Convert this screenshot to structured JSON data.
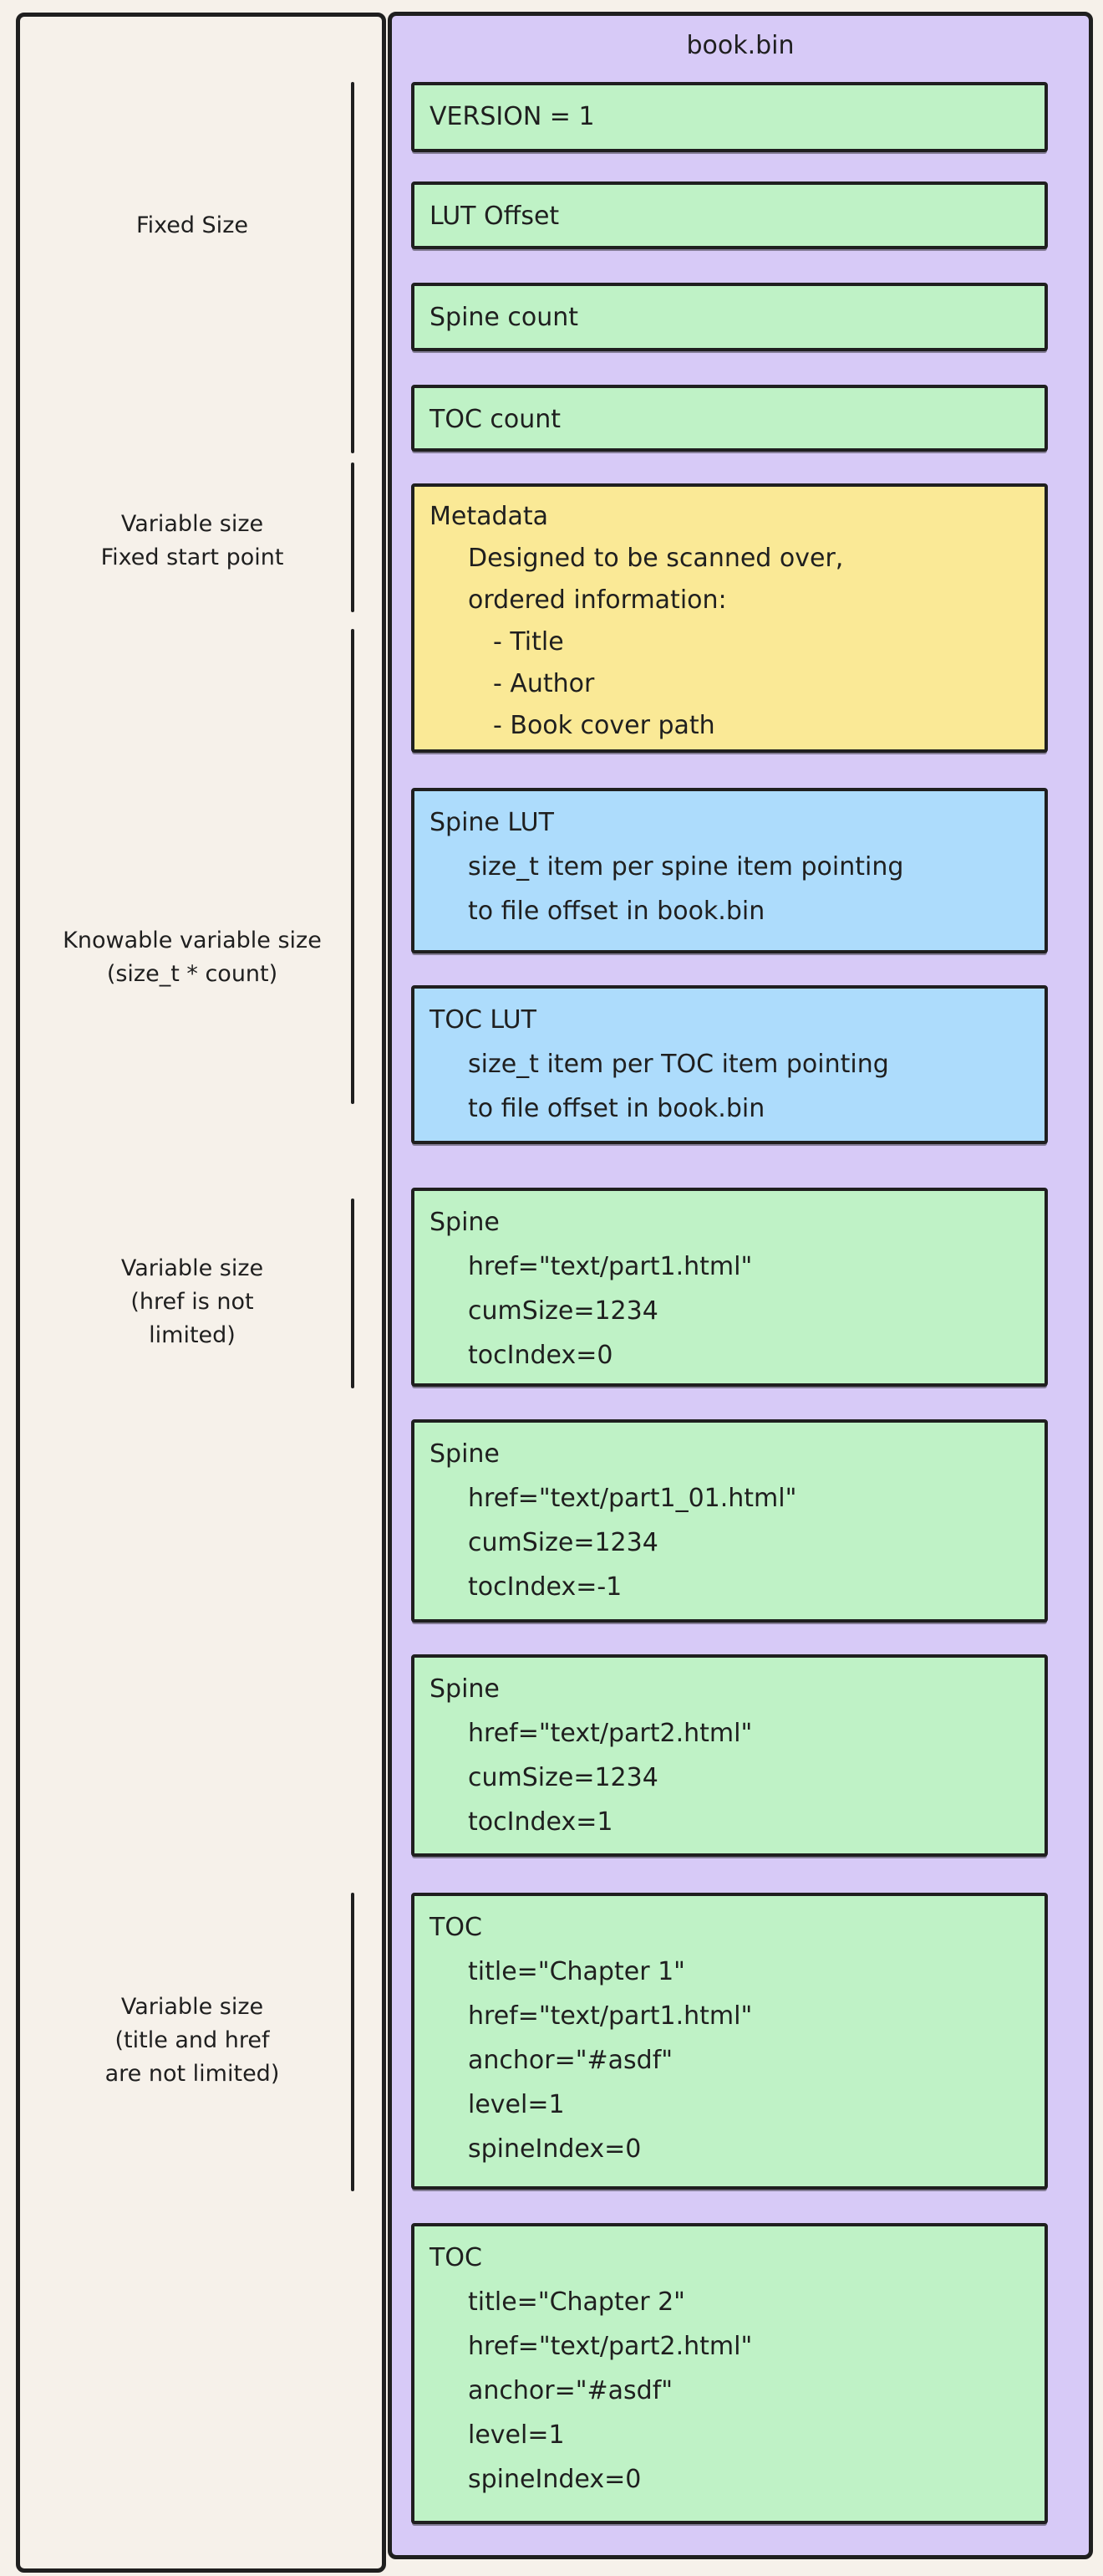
{
  "palette": {
    "canvas": "#f6f1ea",
    "container_fill": "#d7caf7",
    "green_fill": "#bff2c6",
    "yellow_fill": "#fae996",
    "blue_fill": "#addcfc",
    "stroke": "#1f1f1f"
  },
  "container": {
    "title": "book.bin"
  },
  "blocks": [
    {
      "name": "version",
      "color": "green",
      "lines": [
        "VERSION = 1"
      ]
    },
    {
      "name": "lut-offset",
      "color": "green",
      "lines": [
        "LUT Offset"
      ]
    },
    {
      "name": "spine-count",
      "color": "green",
      "lines": [
        "Spine count"
      ]
    },
    {
      "name": "toc-count",
      "color": "green",
      "lines": [
        "TOC count"
      ]
    },
    {
      "name": "metadata",
      "color": "yellow",
      "lines": [
        "Metadata",
        "Designed to be scanned over,",
        "ordered information:",
        "- Title",
        "- Author",
        "- Book cover path"
      ]
    },
    {
      "name": "spine-lut",
      "color": "blue",
      "lines": [
        "Spine LUT",
        "size_t item per spine item pointing",
        "to file offset in book.bin"
      ]
    },
    {
      "name": "toc-lut",
      "color": "blue",
      "lines": [
        "TOC LUT",
        "size_t item per TOC item pointing",
        "to file offset in book.bin"
      ]
    },
    {
      "name": "spine-1",
      "color": "green",
      "lines": [
        "Spine",
        "href=\"text/part1.html\"",
        "cumSize=1234",
        "tocIndex=0"
      ]
    },
    {
      "name": "spine-2",
      "color": "green",
      "lines": [
        "Spine",
        "href=\"text/part1_01.html\"",
        "cumSize=1234",
        "tocIndex=-1"
      ]
    },
    {
      "name": "spine-3",
      "color": "green",
      "lines": [
        "Spine",
        "href=\"text/part2.html\"",
        "cumSize=1234",
        "tocIndex=1"
      ]
    },
    {
      "name": "toc-1",
      "color": "green",
      "lines": [
        "TOC",
        "title=\"Chapter 1\"",
        "href=\"text/part1.html\"",
        "anchor=\"#asdf\"",
        "level=1",
        "spineIndex=0"
      ]
    },
    {
      "name": "toc-2",
      "color": "green",
      "lines": [
        "TOC",
        "title=\"Chapter 2\"",
        "href=\"text/part2.html\"",
        "anchor=\"#asdf\"",
        "level=1",
        "spineIndex=0"
      ]
    }
  ],
  "annotations": [
    {
      "name": "fixed-size",
      "lines": [
        "Fixed Size"
      ]
    },
    {
      "name": "variable-fixed-start",
      "lines": [
        "Variable size",
        "Fixed start point"
      ]
    },
    {
      "name": "knowable-variable",
      "lines": [
        "Knowable variable size",
        "(size_t * count)"
      ]
    },
    {
      "name": "variable-href",
      "lines": [
        "Variable size",
        "(href is not",
        "limited)"
      ]
    },
    {
      "name": "variable-title-href",
      "lines": [
        "Variable size",
        "(title and href",
        "are not limited)"
      ]
    }
  ]
}
